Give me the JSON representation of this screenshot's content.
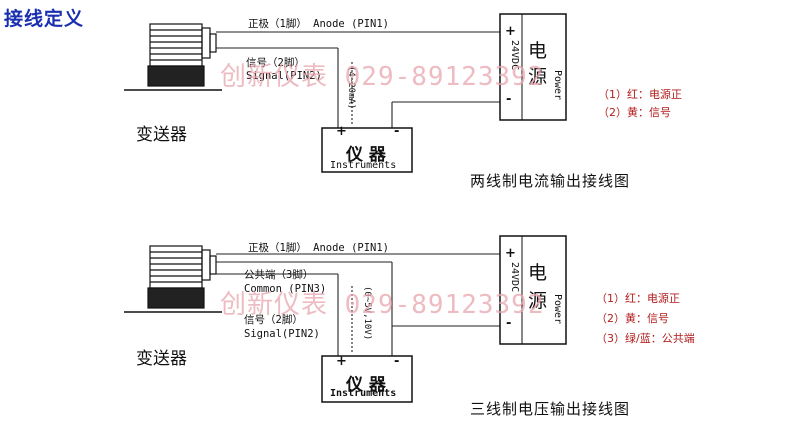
{
  "title": "接线定义",
  "watermark": "创新仪表 029-89123392",
  "top": {
    "pin1_label": "正极（1脚） Anode (PIN1)",
    "pin2_label_cn": "信号（2脚）",
    "pin2_label_en": "Signal(PIN2)",
    "signal_range": "(4~20mA)",
    "transmitter": "变送器",
    "instrument_cn": "仪 器",
    "instrument_en": "Instruments",
    "power_cn_1": "电",
    "power_cn_2": "源",
    "power_voltage": "24VDC",
    "power_en": "Power",
    "plus": "+",
    "minus": "-",
    "legend": [
      "（1）红：电源正",
      "（2）黄：信号"
    ],
    "caption": "两线制电流输出接线图"
  },
  "bottom": {
    "pin1_label": "正极（1脚） Anode (PIN1)",
    "pin3_label_cn": "公共端（3脚）",
    "pin3_label_en": "Common (PIN3)",
    "pin2_label_cn": "信号（2脚）",
    "pin2_label_en": "Signal(PIN2)",
    "signal_range": "(0~5V,10V)",
    "transmitter": "变送器",
    "instrument_cn": "仪 器",
    "instrument_en": "Instruments",
    "power_cn_1": "电",
    "power_cn_2": "源",
    "power_voltage": "24VDC",
    "power_en": "Power",
    "plus": "+",
    "minus": "-",
    "legend": [
      "（1）红：电源正",
      "（2）黄：信号",
      "（3）绿/蓝：公共端"
    ],
    "caption": "三线制电压输出接线图"
  }
}
